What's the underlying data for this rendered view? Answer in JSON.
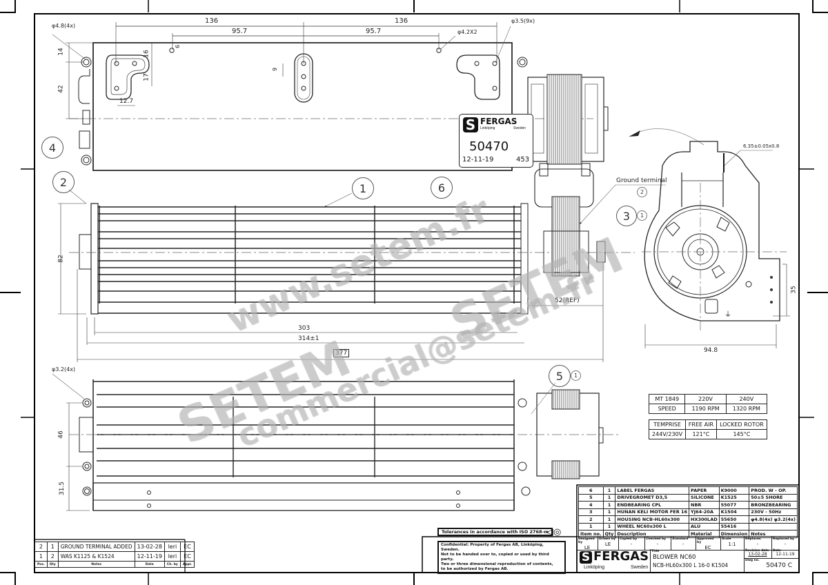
{
  "drawing": {
    "company": "FERGAS",
    "company_city": "Linköping",
    "company_country": "Sweden",
    "label": {
      "number": "50470",
      "date": "12-11-19",
      "code": "453"
    },
    "top_view": {
      "dims": {
        "d_136_left": "136",
        "d_136_right": "136",
        "d_957_left": "95.7",
        "d_957_right": "95.7",
        "hole_lug": "φ4.8(4x)",
        "hole_42": "φ4.2X2",
        "hole_35": "φ3.5(9x)",
        "v14": "14",
        "v42": "42",
        "v16": "16",
        "v17": "17",
        "h127": "12.7",
        "v6": "6",
        "v9": "9"
      }
    },
    "front_view": {
      "dims": {
        "v82": "82",
        "d303": "303",
        "d314": "314±1",
        "d377": "377",
        "d52": "52(REF)"
      },
      "ground_terminal": "Ground terminal"
    },
    "side_view": {
      "dims": {
        "tab": "6.35±0.05x0.8",
        "v35": "35",
        "h948": "94.8"
      }
    },
    "bottom_view": {
      "dims": {
        "hole": "φ3.2(4x)",
        "v46": "46",
        "v315": "31.5"
      }
    },
    "balloons": {
      "b1": "1",
      "b2": "2",
      "b3": "3",
      "b4": "4",
      "b5": "5",
      "b6": "6",
      "s1": "1",
      "s2": "2",
      "s1b": "1"
    },
    "watermarks": {
      "url": "www.setem.fr",
      "brand1": "SETEM",
      "brand2": "SETEM",
      "email": "commercial@setem.fr"
    }
  },
  "spec_table": {
    "speed": {
      "rows": [
        [
          "MT 1849",
          "220V",
          "240V"
        ],
        [
          "SPEED",
          "1190 RPM",
          "1320 RPM"
        ]
      ]
    },
    "temp": {
      "rows": [
        [
          "TEMPRISE",
          "FREE AIR",
          "LOCKED ROTOR"
        ],
        [
          "244V/230V",
          "121°C",
          "145°C"
        ]
      ]
    }
  },
  "bom": {
    "headers": [
      "Item no.",
      "Qty",
      "Description",
      "Material",
      "Dimension",
      "Notes"
    ],
    "rows": [
      [
        "6",
        "1",
        "LABEL FERGAS",
        "PAPER",
        "K9000",
        "PROD. W - OP."
      ],
      [
        "5",
        "1",
        "DRIVEGROMET D3,5",
        "SILICONE",
        "K1525",
        "50±5 SHORE"
      ],
      [
        "4",
        "1",
        "ENDBEARING CPL",
        "NBR",
        "55077",
        "BRONZBEARING"
      ],
      [
        "3",
        "1",
        "HUNAN KELI MOTOR FER 16",
        "YJ64-20A",
        "K1504",
        "230V - 50Hz"
      ],
      [
        "2",
        "1",
        "HOUSING NCB-HL60x300",
        "HX300LAD",
        "55650",
        "φ4.8(4x) φ3.2(4x)"
      ],
      [
        "1",
        "1",
        "WHEEL NC60x300 L",
        "ALU",
        "55416",
        ""
      ]
    ]
  },
  "title_block": {
    "designed_by": {
      "label": "Designed by",
      "value": "LE"
    },
    "drawn_by": {
      "label": "Drawn by",
      "value": "LE"
    },
    "copied_by": {
      "label": "Copied by",
      "value": "-"
    },
    "checked_by": {
      "label": "Checked by",
      "value": "-"
    },
    "standard": {
      "label": "Standard",
      "value": "-"
    },
    "approved_by": {
      "label": "Approved by",
      "value": "EC"
    },
    "scale": {
      "label": "Scale",
      "value": "1:1"
    },
    "replaces": {
      "label": "Replaces",
      "value": "-"
    },
    "replaced_by": {
      "label": "Replaced by",
      "value": "-"
    },
    "title_label": "Title",
    "title_line1": "BLOWER NC60",
    "title_line2": "NCB-HL60x300 L 16-0 K1504",
    "revision_date": {
      "label": "Revision date",
      "value": "13-02-28"
    },
    "date": {
      "label": "Date",
      "value": "12-11-19"
    },
    "dwg_no": {
      "label": "Dwg no.",
      "value": "50470 C"
    }
  },
  "tolerance_note": "Tolerances in accordance with ISO 2768-m",
  "confidential_note": [
    "Confidential: Property of Fergas AB, Linköping, Sweden.",
    "Not to be handed over to, copied or used by third party.",
    "Two or three dimensional reproduction of contents,",
    "to be authorized by Fergas AB."
  ],
  "revisions": {
    "headers": [
      "Pos.",
      "Qty",
      "Notes",
      "Date",
      "Ch. by",
      "Appr."
    ],
    "rows": [
      [
        "2",
        "1",
        "GROUND TERMINAL ADDED",
        "13-02-28",
        "leri",
        "EC"
      ],
      [
        "1",
        "2",
        "WAS K1125 & K1524",
        "12-11-19",
        "leri",
        "EC"
      ]
    ]
  }
}
